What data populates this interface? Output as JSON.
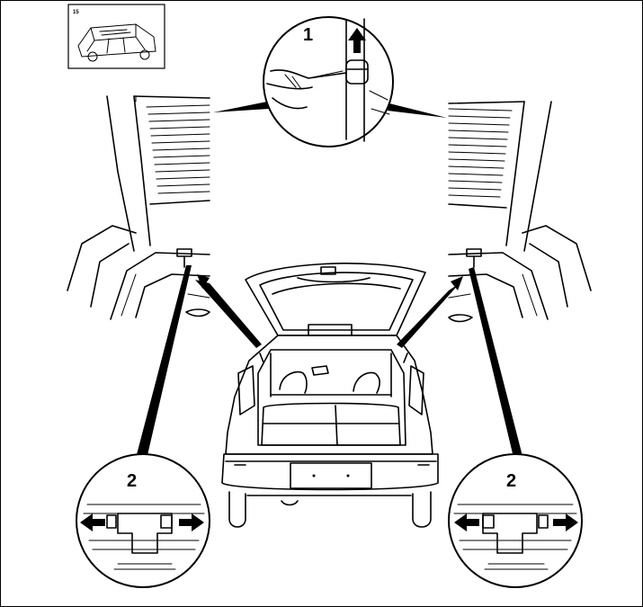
{
  "thumbnail": {
    "code": "15"
  },
  "callouts": [
    {
      "label": "1"
    },
    {
      "label": "2"
    },
    {
      "label": "2"
    }
  ],
  "colors": {
    "ink": "#000000",
    "paper": "#ffffff"
  }
}
